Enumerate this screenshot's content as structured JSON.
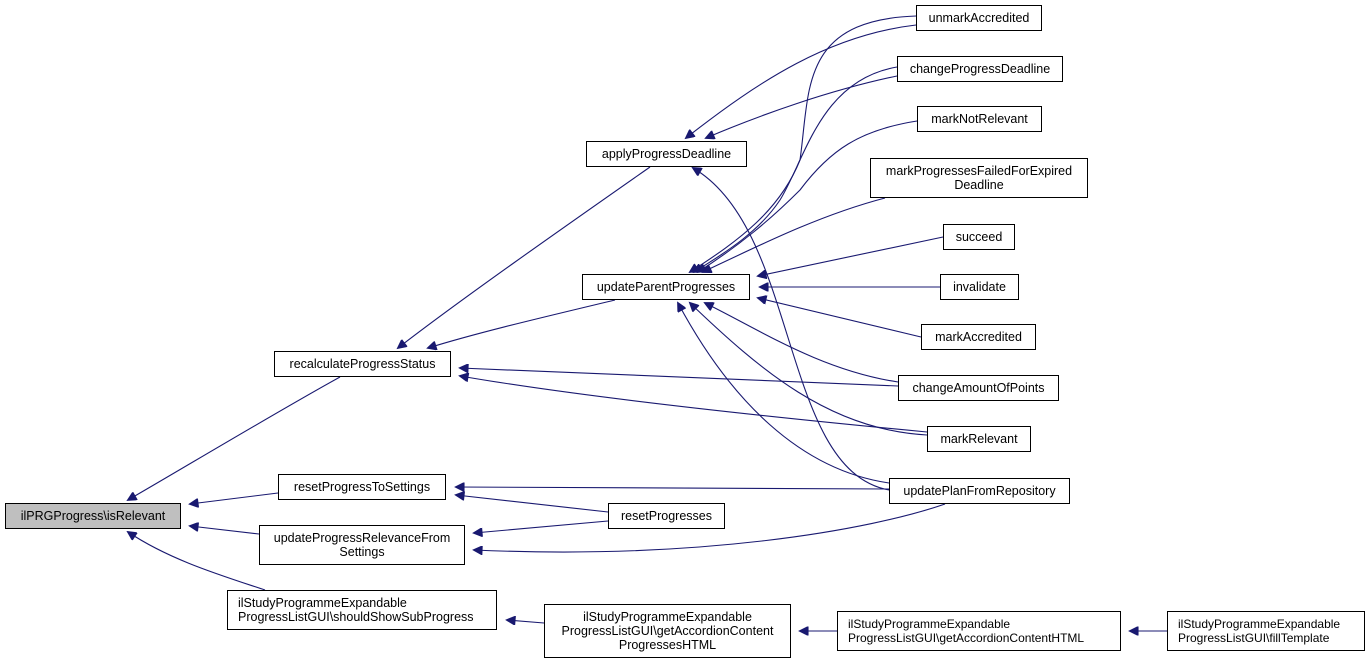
{
  "diagram": {
    "title": "ilPRGProgress\\isRelevant caller graph",
    "edge_color": "#191970",
    "root_fill": "#bfbfbf",
    "nodes": [
      {
        "id": "isRelevant",
        "label": "ilPRGProgress\\isRelevant",
        "root": true
      },
      {
        "id": "recalculateProgressStatus",
        "label": "recalculateProgressStatus"
      },
      {
        "id": "resetProgressToSettings",
        "label": "resetProgressToSettings"
      },
      {
        "id": "updateProgressRelevanceFromSettings",
        "label": "updateProgressRelevanceFrom\nSettings"
      },
      {
        "id": "shouldShowSubProgress",
        "label": "ilStudyProgrammeExpandable\nProgressListGUI\\shouldShowSubProgress"
      },
      {
        "id": "applyProgressDeadline",
        "label": "applyProgressDeadline"
      },
      {
        "id": "updateParentProgresses",
        "label": "updateParentProgresses"
      },
      {
        "id": "resetProgresses",
        "label": "resetProgresses"
      },
      {
        "id": "getAccordionContentProgressesHTML",
        "label": "ilStudyProgrammeExpandable\nProgressListGUI\\getAccordionContent\nProgressesHTML"
      },
      {
        "id": "unmarkAccredited",
        "label": "unmarkAccredited"
      },
      {
        "id": "changeProgressDeadline",
        "label": "changeProgressDeadline"
      },
      {
        "id": "markNotRelevant",
        "label": "markNotRelevant"
      },
      {
        "id": "markProgressesFailedForExpiredDeadline",
        "label": "markProgressesFailedForExpired\nDeadline"
      },
      {
        "id": "succeed",
        "label": "succeed"
      },
      {
        "id": "invalidate",
        "label": "invalidate"
      },
      {
        "id": "markAccredited",
        "label": "markAccredited"
      },
      {
        "id": "changeAmountOfPoints",
        "label": "changeAmountOfPoints"
      },
      {
        "id": "markRelevant",
        "label": "markRelevant"
      },
      {
        "id": "updatePlanFromRepository",
        "label": "updatePlanFromRepository"
      },
      {
        "id": "getAccordionContentHTML",
        "label": "ilStudyProgrammeExpandable\nProgressListGUI\\getAccordionContentHTML"
      },
      {
        "id": "fillTemplate",
        "label": "ilStudyProgrammeExpandable\nProgressListGUI\\fillTemplate"
      }
    ],
    "edges": [
      {
        "from": "recalculateProgressStatus",
        "to": "isRelevant"
      },
      {
        "from": "resetProgressToSettings",
        "to": "isRelevant"
      },
      {
        "from": "updateProgressRelevanceFromSettings",
        "to": "isRelevant"
      },
      {
        "from": "shouldShowSubProgress",
        "to": "isRelevant"
      },
      {
        "from": "applyProgressDeadline",
        "to": "recalculateProgressStatus"
      },
      {
        "from": "updateParentProgresses",
        "to": "recalculateProgressStatus"
      },
      {
        "from": "changeAmountOfPoints",
        "to": "recalculateProgressStatus"
      },
      {
        "from": "markRelevant",
        "to": "recalculateProgressStatus"
      },
      {
        "from": "updatePlanFromRepository",
        "to": "resetProgressToSettings"
      },
      {
        "from": "resetProgresses",
        "to": "resetProgressToSettings"
      },
      {
        "from": "resetProgresses",
        "to": "updateProgressRelevanceFromSettings"
      },
      {
        "from": "updatePlanFromRepository",
        "to": "updateProgressRelevanceFromSettings"
      },
      {
        "from": "getAccordionContentProgressesHTML",
        "to": "shouldShowSubProgress"
      },
      {
        "from": "getAccordionContentHTML",
        "to": "getAccordionContentProgressesHTML"
      },
      {
        "from": "fillTemplate",
        "to": "getAccordionContentHTML"
      },
      {
        "from": "unmarkAccredited",
        "to": "applyProgressDeadline"
      },
      {
        "from": "changeProgressDeadline",
        "to": "applyProgressDeadline"
      },
      {
        "from": "updatePlanFromRepository",
        "to": "applyProgressDeadline"
      },
      {
        "from": "unmarkAccredited",
        "to": "updateParentProgresses"
      },
      {
        "from": "changeProgressDeadline",
        "to": "updateParentProgresses"
      },
      {
        "from": "markNotRelevant",
        "to": "updateParentProgresses"
      },
      {
        "from": "markProgressesFailedForExpiredDeadline",
        "to": "updateParentProgresses"
      },
      {
        "from": "succeed",
        "to": "updateParentProgresses"
      },
      {
        "from": "invalidate",
        "to": "updateParentProgresses"
      },
      {
        "from": "markAccredited",
        "to": "updateParentProgresses"
      },
      {
        "from": "changeAmountOfPoints",
        "to": "updateParentProgresses"
      },
      {
        "from": "markRelevant",
        "to": "updateParentProgresses"
      },
      {
        "from": "updatePlanFromRepository",
        "to": "updateParentProgresses"
      }
    ]
  }
}
